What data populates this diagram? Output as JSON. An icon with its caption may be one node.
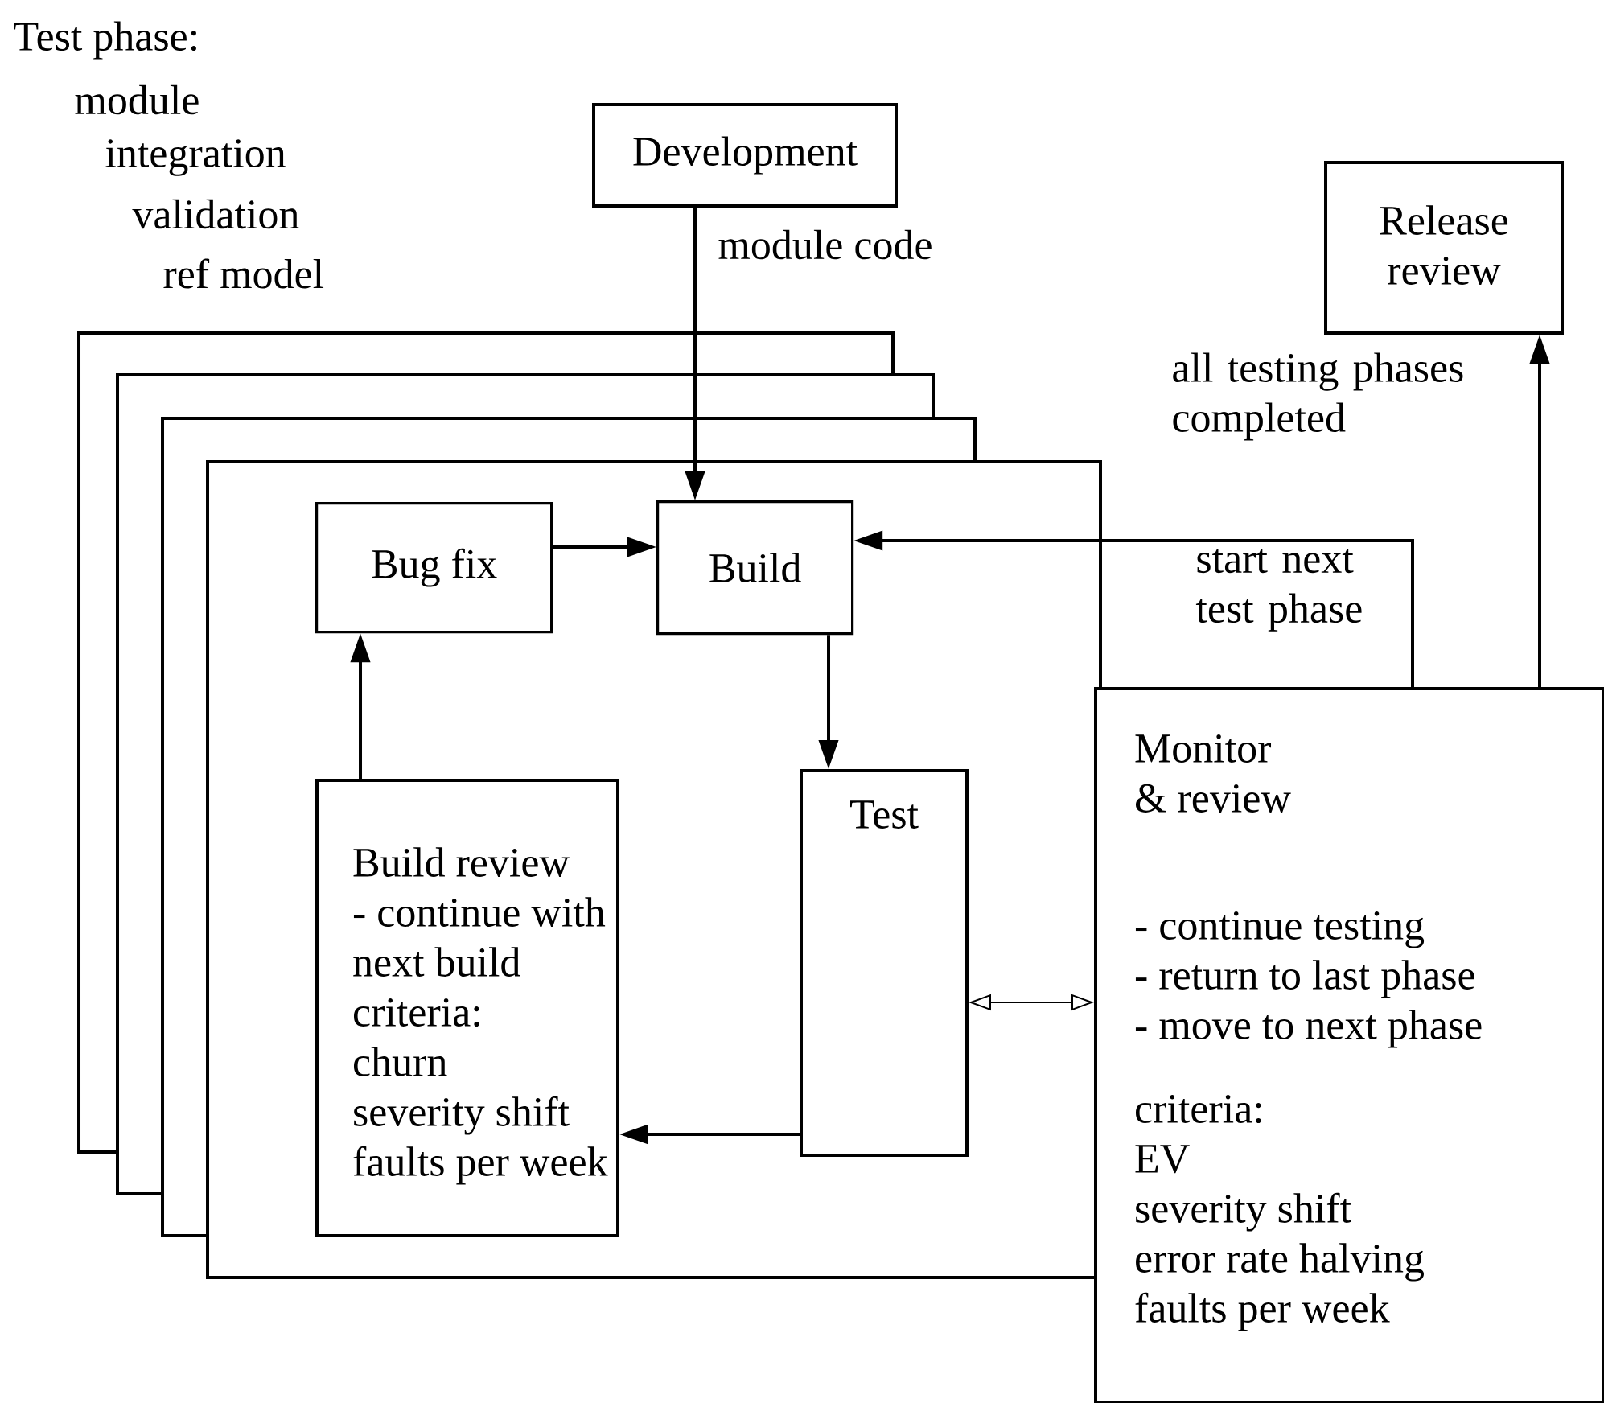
{
  "diagram": {
    "nodes": [
      {
        "text": [
          "Development"
        ]
      },
      {
        "text": [
          "Release review"
        ]
      },
      {
        "text": [],
        "shape": "box"
      },
      {
        "text": [
          "Bug fix"
        ],
        "in": 2
      },
      {
        "text": [
          "Build"
        ],
        "in": 2
      },
      {
        "text": [
          "Build review",
          "- continue with next build",
          "criteria:",
          "churn",
          "severity shift",
          "faults per week"
        ],
        "in": 2
      },
      {
        "text": [
          "Test"
        ],
        "in": 2
      },
      {
        "text": [
          "Monitor & review",
          "- continue testing",
          "- return to last phase",
          "- move to next phase",
          "criteria:",
          "EV",
          "severity shift",
          "error rate halving",
          "faults per week"
        ]
      }
    ],
    "edges": [
      {
        "from": 0,
        "to": 4,
        "arrow": "to",
        "label": "module code"
      },
      {
        "from": 3,
        "to": 4,
        "arrow": "to"
      },
      {
        "from": 7,
        "to": 4,
        "arrow": "to",
        "label": "start next test phase"
      },
      {
        "from": 4,
        "to": 6,
        "arrow": "to"
      },
      {
        "from": 6,
        "to": 5,
        "arrow": "to"
      },
      {
        "from": 5,
        "to": 3,
        "arrow": "to"
      },
      {
        "from": 6,
        "to": 7,
        "arrow": "both"
      },
      {
        "from": 7,
        "to": 1,
        "arrow": "to",
        "label": "all testing phases completed"
      }
    ],
    "labels": [
      "Test phase:",
      "module",
      "integration",
      "validation",
      "ref model"
    ]
  }
}
